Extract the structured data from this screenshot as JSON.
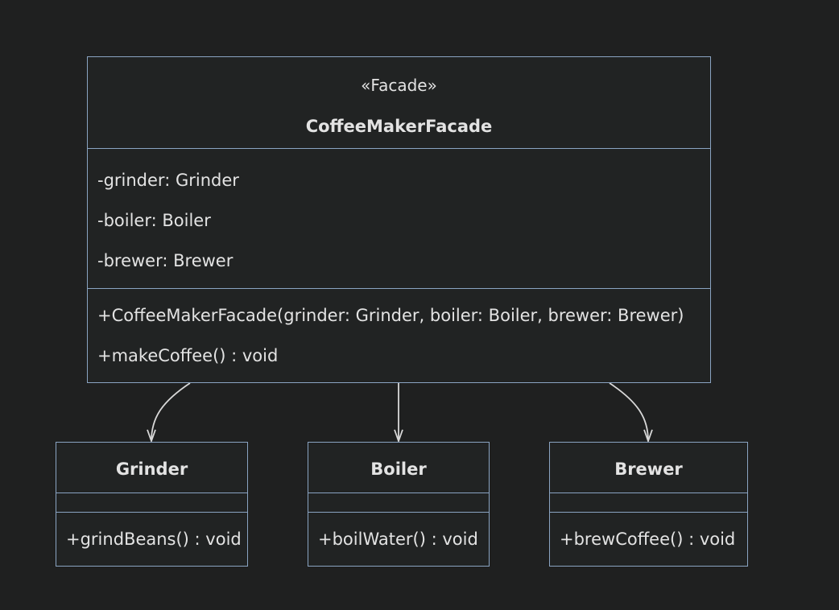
{
  "diagram": {
    "classes": [
      {
        "id": "coffee_maker_facade",
        "stereotype": "«Facade»",
        "name": "CoffeeMakerFacade",
        "attributes": [
          "-grinder: Grinder",
          "-boiler: Boiler",
          "-brewer: Brewer"
        ],
        "methods": [
          "+CoffeeMakerFacade(grinder: Grinder, boiler: Boiler, brewer: Brewer)",
          "+makeCoffee() : void"
        ]
      },
      {
        "id": "grinder",
        "name": "Grinder",
        "attributes": [],
        "methods": [
          "+grindBeans() : void"
        ]
      },
      {
        "id": "boiler",
        "name": "Boiler",
        "attributes": [],
        "methods": [
          "+boilWater() : void"
        ]
      },
      {
        "id": "brewer",
        "name": "Brewer",
        "attributes": [],
        "methods": [
          "+brewCoffee() : void"
        ]
      }
    ],
    "relations": [
      {
        "from": "coffee_maker_facade",
        "to": "grinder",
        "type": "association"
      },
      {
        "from": "coffee_maker_facade",
        "to": "boiler",
        "type": "association"
      },
      {
        "from": "coffee_maker_facade",
        "to": "brewer",
        "type": "association"
      }
    ],
    "colors": {
      "background": "#1f2020",
      "box_fill": "#212323",
      "box_border": "#8aa4c2",
      "text": "#e3e3e3",
      "edge": "#d8d8d8"
    }
  }
}
